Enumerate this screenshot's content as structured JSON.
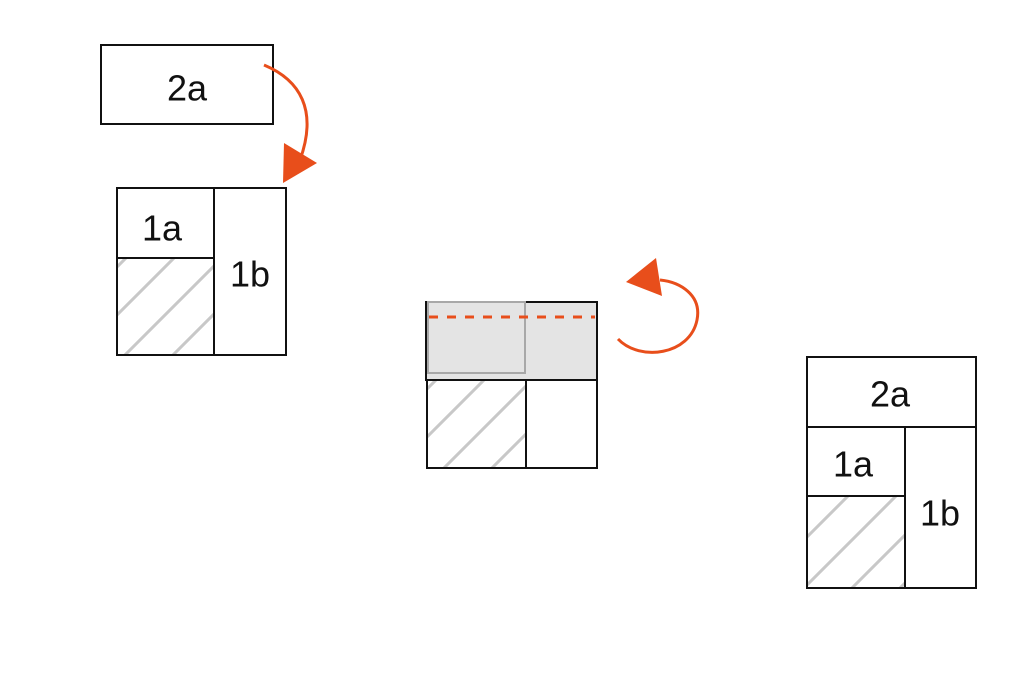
{
  "labels": {
    "step1_top": "2a",
    "step1_left_top": "1a",
    "step1_right": "1b",
    "result_top": "2a",
    "result_left_top": "1a",
    "result_right": "1b"
  },
  "colors": {
    "accent": "#e84e1b",
    "hatch": "#c8c8c8",
    "fold_fill": "#e4e4e4"
  }
}
